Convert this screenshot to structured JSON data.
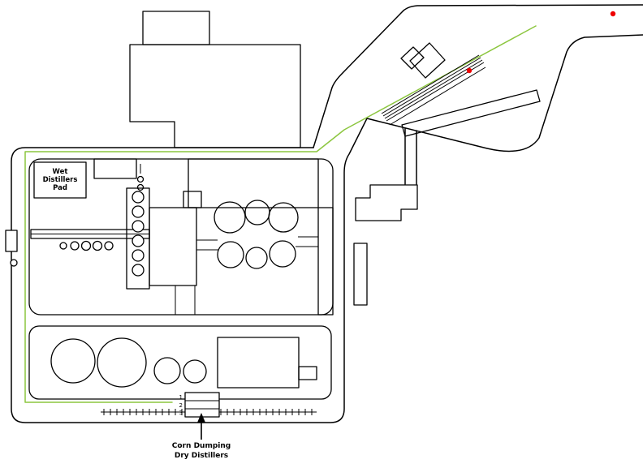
{
  "map": {
    "labels": {
      "wet_pad": {
        "line1": "Wet",
        "line2": "Distillers",
        "line3": "Pad"
      },
      "corn": {
        "line1": "Corn Dumping",
        "line2": "Dry Distillers"
      },
      "lanes": [
        "1",
        "2",
        "3"
      ]
    },
    "colors": {
      "outline": "#000000",
      "route_line": "#8cc63f",
      "marker_dot": "#ee0000",
      "background": "#ffffff"
    },
    "markers": [
      {
        "name": "red-dot-road"
      },
      {
        "name": "red-dot-tracks"
      }
    ]
  }
}
